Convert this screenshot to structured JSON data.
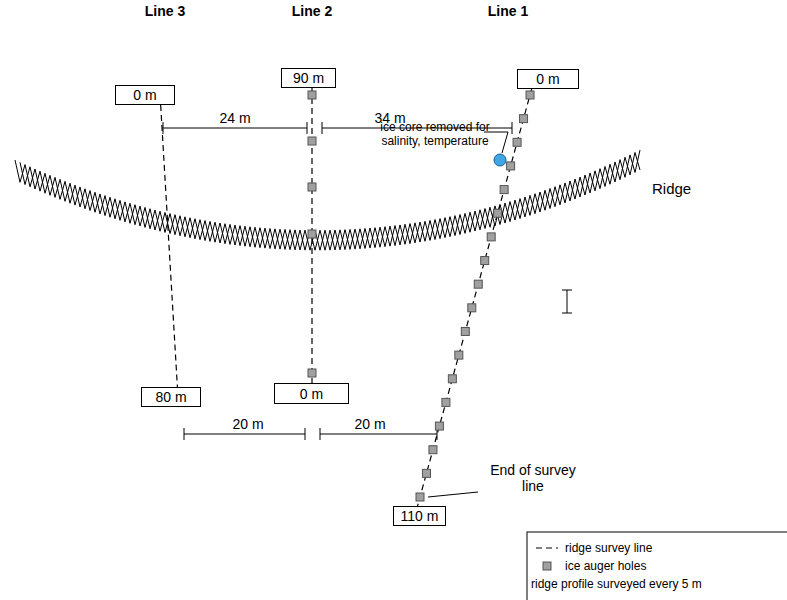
{
  "diagram": {
    "nodes": [
      {
        "text": [
          "0 m"
        ]
      },
      {
        "text": [
          "90 m"
        ]
      },
      {
        "text": [
          "0 m"
        ]
      },
      {
        "text": [
          "80 m"
        ]
      },
      {
        "text": [
          "0 m"
        ]
      },
      {
        "text": [
          "110 m"
        ]
      }
    ],
    "edges": [
      {
        "from": 0,
        "to": 3,
        "arrow": "none"
      },
      {
        "from": 1,
        "to": 4,
        "arrow": "none"
      },
      {
        "from": 2,
        "to": 5,
        "arrow": "none"
      }
    ],
    "labels": [
      "Line 3",
      "Line 2",
      "Line 1",
      "24 m",
      "34 m",
      "ice core removed for salinity, temperature",
      "Ridge",
      "20 m",
      "20 m",
      "End of survey line"
    ],
    "legend": [
      {
        "text": "ridge survey line"
      },
      {
        "text": "ice auger holes"
      },
      {
        "text": "ridge profile surveyed every 5 m"
      }
    ]
  }
}
